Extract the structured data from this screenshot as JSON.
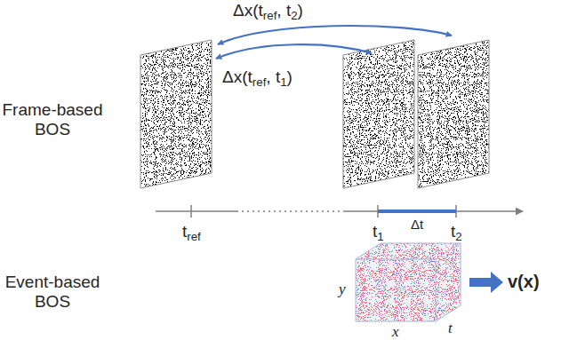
{
  "diagram": {
    "labels": [
      "Δx(t",
      "ref",
      ", t",
      "2",
      ")",
      "Δx(t",
      "ref",
      ", t",
      "1",
      ")",
      "Frame-based BOS",
      "t",
      "ref",
      "t",
      "1",
      "Δt",
      "t",
      "2",
      "Event-based BOS",
      "y",
      "x",
      "t",
      "v(x)"
    ]
  }
}
